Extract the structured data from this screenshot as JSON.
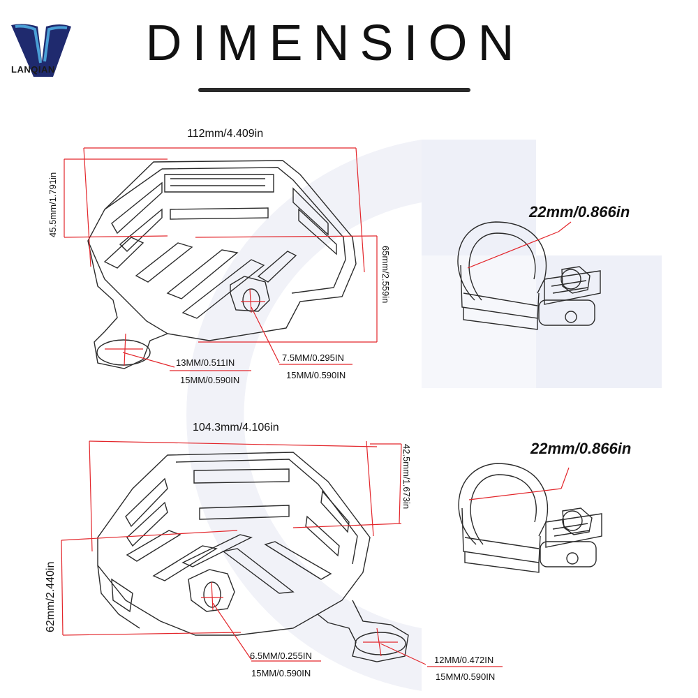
{
  "header": {
    "title": "DIMENSION",
    "logo_text": "LANQIAN"
  },
  "colors": {
    "dimension_line": "#e3262b",
    "watermark": "#eef0f8",
    "outline": "#2b2b2b"
  },
  "top_guard": {
    "width": "112mm/4.409in",
    "depth": "45.5mm/1.791in",
    "height": "65mm/2.559in",
    "hole_left_1": "13MM/0.511IN",
    "hole_left_2": "15MM/0.590IN",
    "hole_center_1": "7.5MM/0.295IN",
    "hole_center_2": "15MM/0.590IN"
  },
  "top_clamp": {
    "diameter": "22mm/0.866in"
  },
  "bottom_guard": {
    "width": "104.3mm/4.106in",
    "depth": "42.5mm/1.673in",
    "height": "62mm/2.440in",
    "hole_center_1": "6.5MM/0.255IN",
    "hole_center_2": "15MM/0.590IN",
    "hole_right_1": "12MM/0.472IN",
    "hole_right_2": "15MM/0.590IN"
  },
  "bottom_clamp": {
    "diameter": "22mm/0.866in"
  }
}
